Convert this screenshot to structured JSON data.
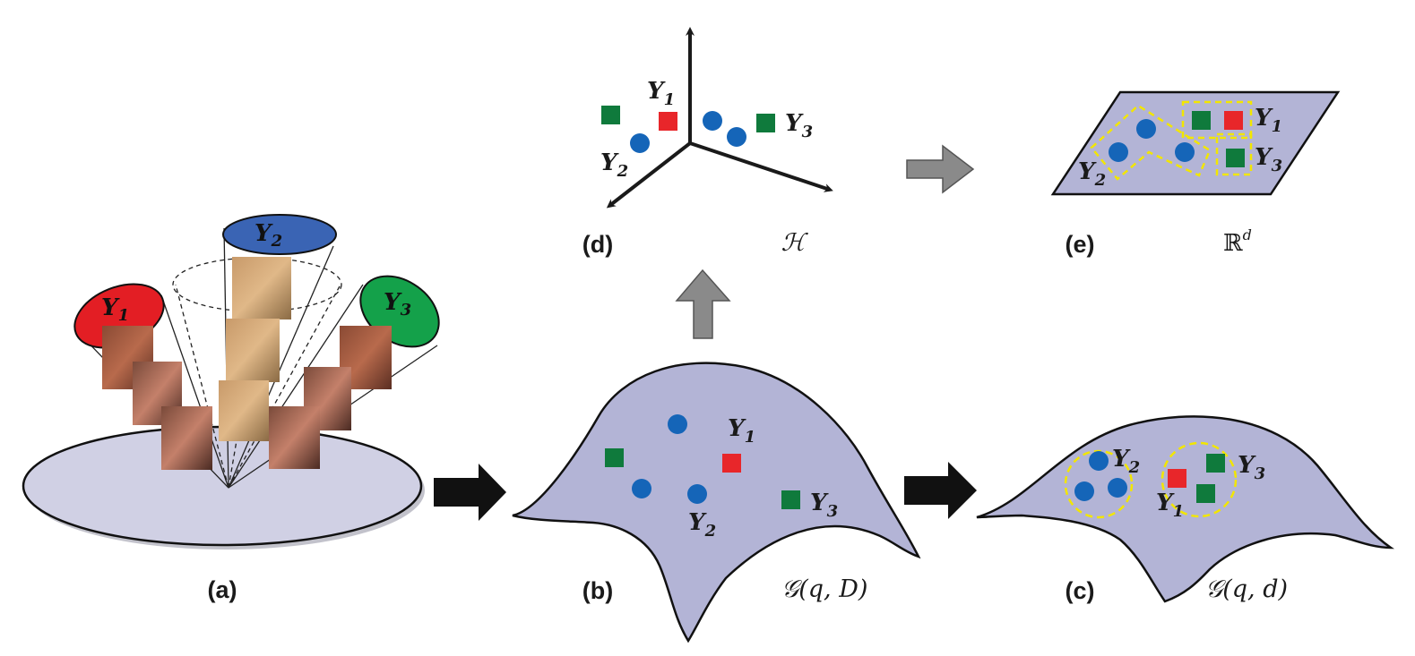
{
  "panels": {
    "a": "(a)",
    "b": "(b)",
    "c": "(c)",
    "d": "(d)",
    "e": "(e)"
  },
  "spaces": {
    "b": "𝒢(q, D)",
    "c": "𝒢(q, d)",
    "d": "ℋ",
    "e_base": "ℝ",
    "e_sup": "d"
  },
  "subspaces": {
    "y1": "Y",
    "y1_sub": "1",
    "y2": "Y",
    "y2_sub": "2",
    "y3": "Y",
    "y3_sub": "3"
  },
  "colors": {
    "red": "#e8262a",
    "green": "#0f7a3c",
    "blue": "#1565b8",
    "manifold": "#b3b4d6",
    "disk": "#d0d0e4",
    "yellow": "#f2e600",
    "gray_arrow": "#8a8a8a",
    "black_arrow": "#111111",
    "cone_blue": "#3a64b4",
    "cone_green": "#14a14a",
    "cone_red": "#e31e24"
  }
}
